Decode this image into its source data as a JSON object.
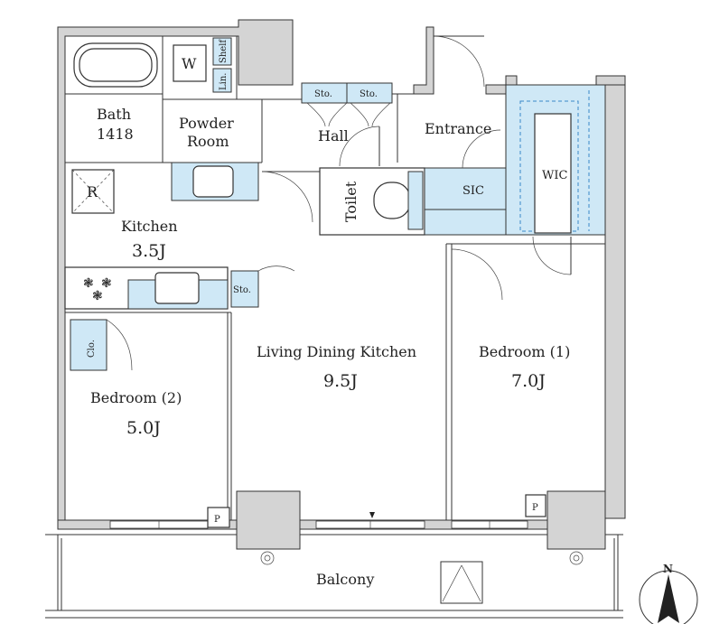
{
  "rooms": {
    "bath": "Bath",
    "bath_size": "1418",
    "washer": "W",
    "shelf": "Shelf",
    "linen": "Lin.",
    "powder1": "Powder",
    "powder2": "Room",
    "hall": "Hall",
    "storage1": "Sto.",
    "storage2": "Sto.",
    "entrance": "Entrance",
    "toilet": "Toilet",
    "sic": "SIC",
    "wic": "WIC",
    "fridge": "R",
    "kitchen": "Kitchen",
    "kitchen_size": "3.5J",
    "kitchen_storage": "Sto.",
    "closet": "Clo.",
    "ldk": "Living Dining Kitchen",
    "ldk_size": "9.5J",
    "bedroom1": "Bedroom (1)",
    "bedroom1_size": "7.0J",
    "bedroom2": "Bedroom (2)",
    "bedroom2_size": "5.0J",
    "pipe1": "P",
    "pipe2": "P",
    "balcony": "Balcony",
    "north": "N"
  }
}
